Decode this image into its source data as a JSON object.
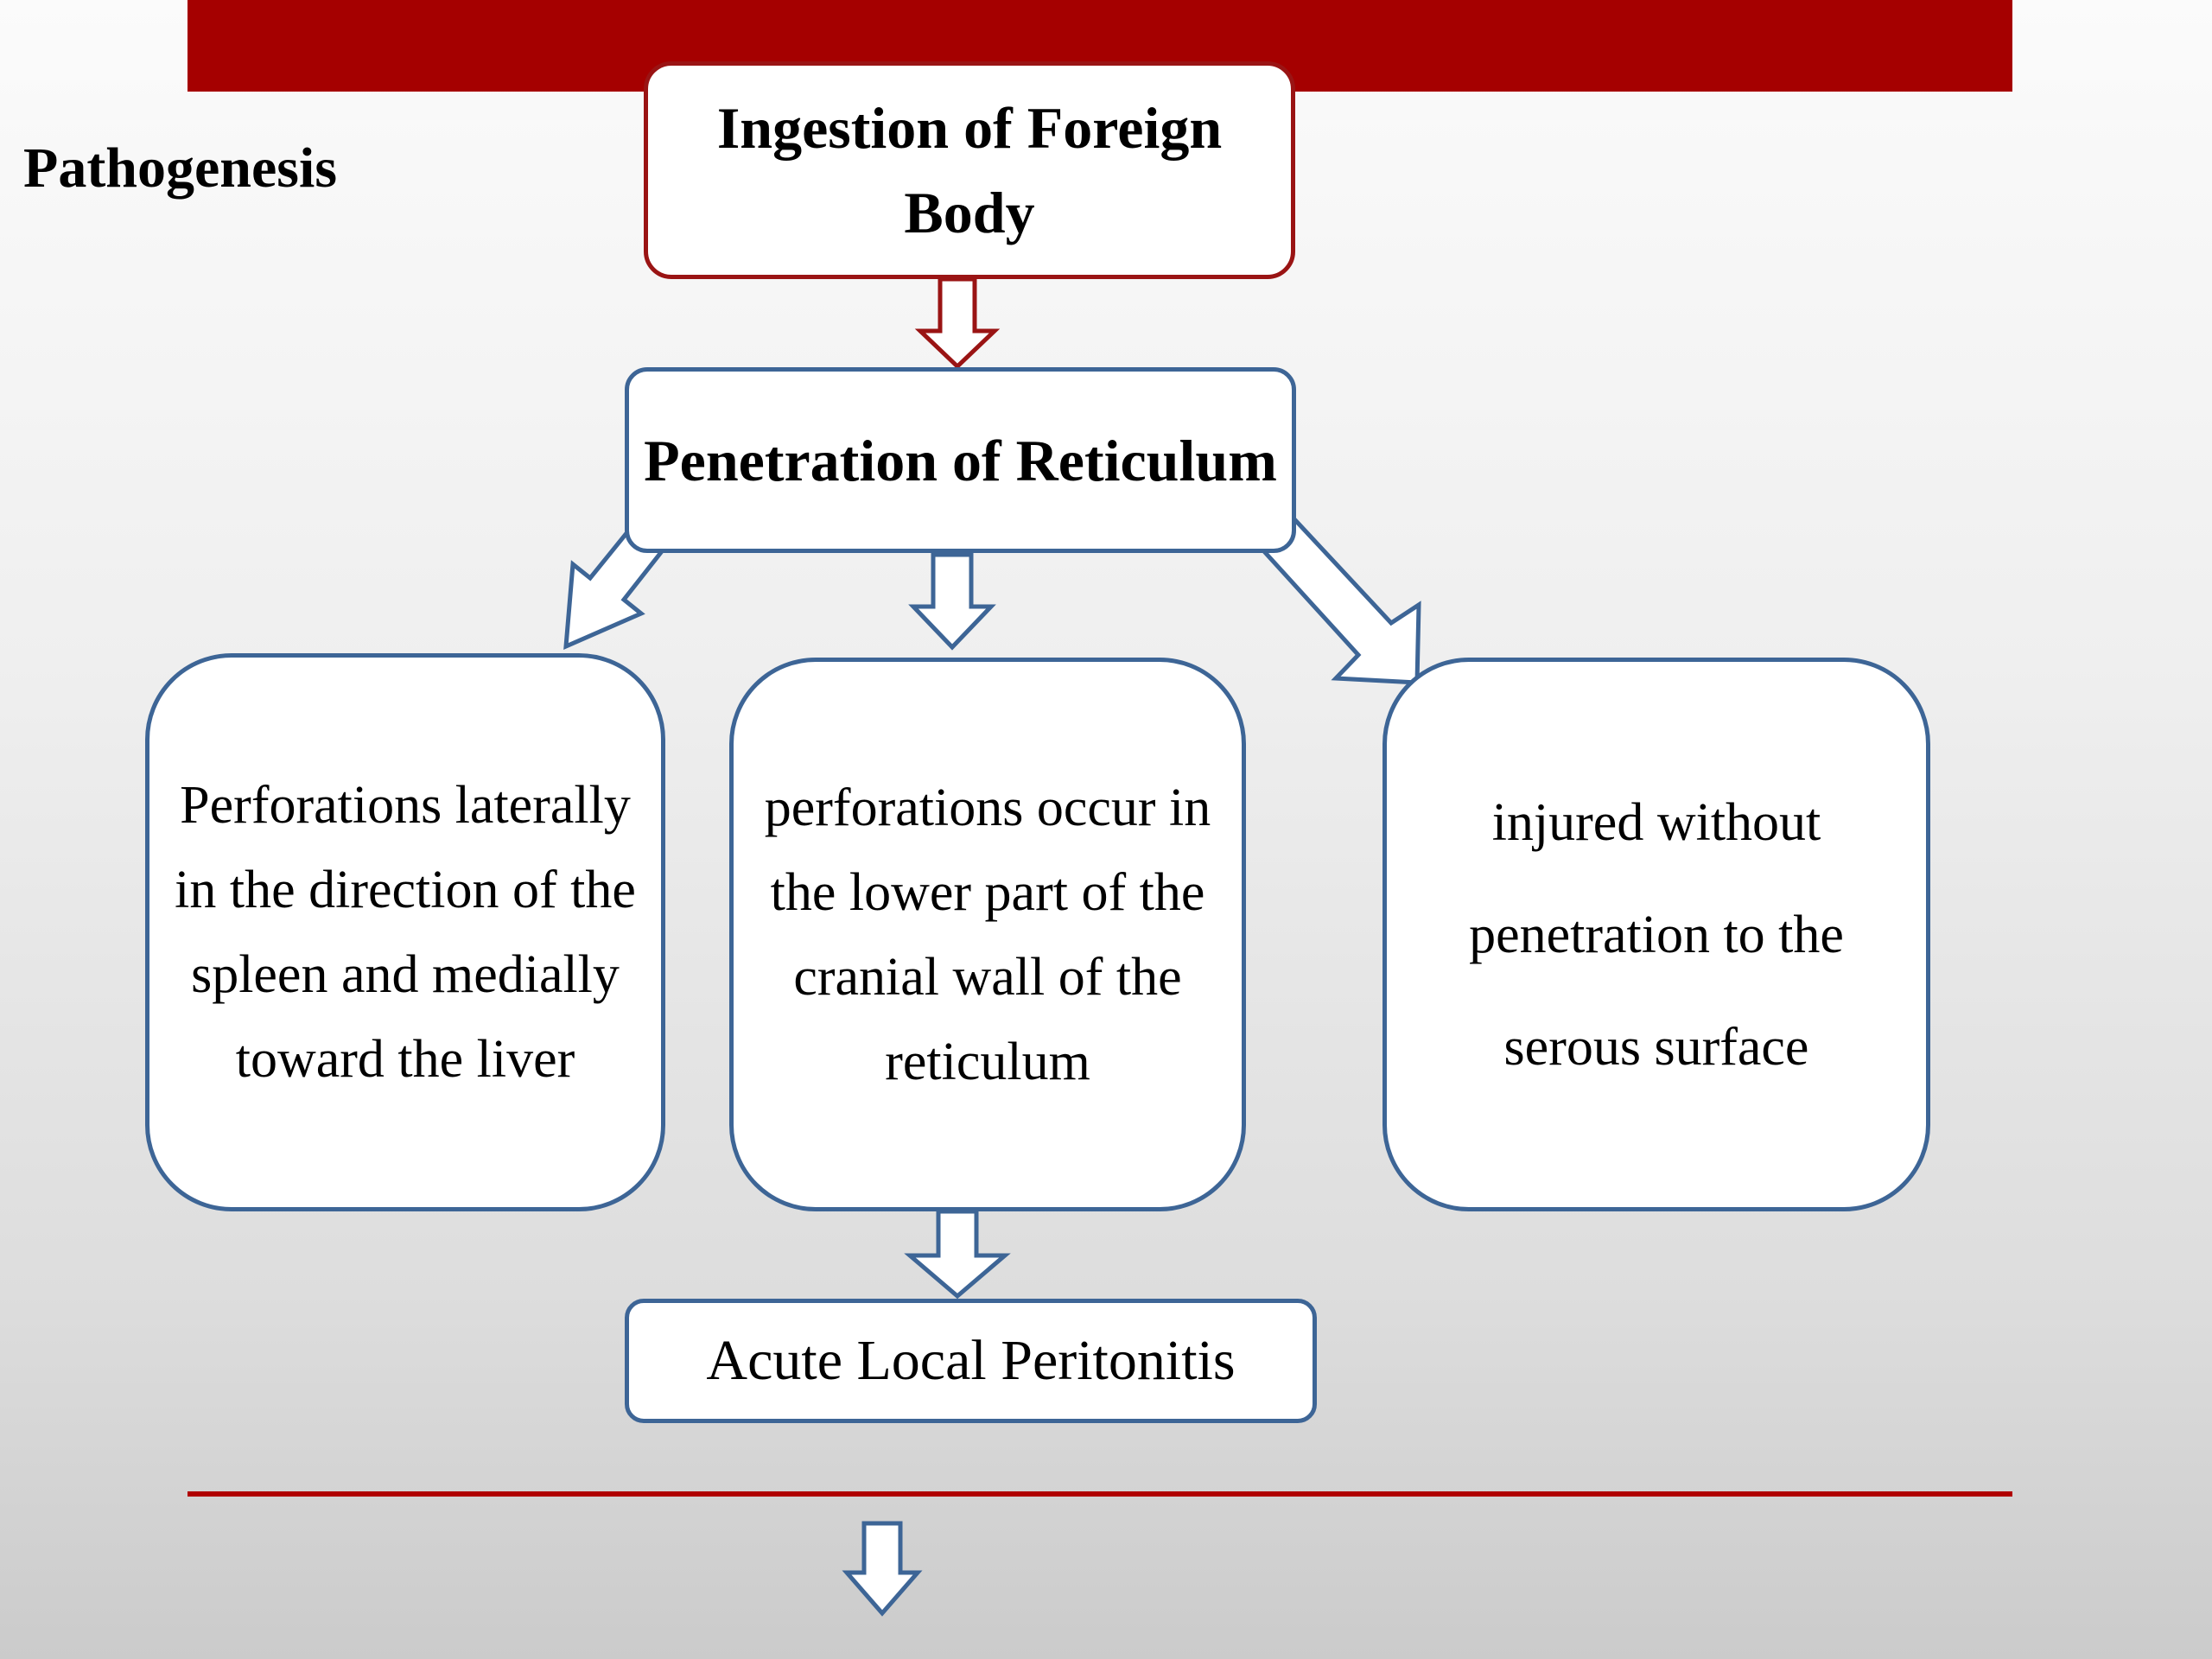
{
  "slide": {
    "title": "Pathogenesis"
  },
  "diagram": {
    "nodes": {
      "ingestion": "Ingestion of Foreign Body",
      "penetration": "Penetration of Reticulum",
      "lateral_medial_perforation": "Perforations laterally in the direction of the spleen and medially toward the liver",
      "cranial_wall_perforation": "perforations occur in the lower part of the cranial wall of the reticulum",
      "injury_without_penetration": "injured without penetration to the serous surface",
      "peritonitis": "Acute Local Peritonitis"
    },
    "colors": {
      "accent_red": "#a50000",
      "top_border": "#9a1414",
      "node_border": "#3d6596",
      "node_fill": "#ffffff"
    }
  }
}
